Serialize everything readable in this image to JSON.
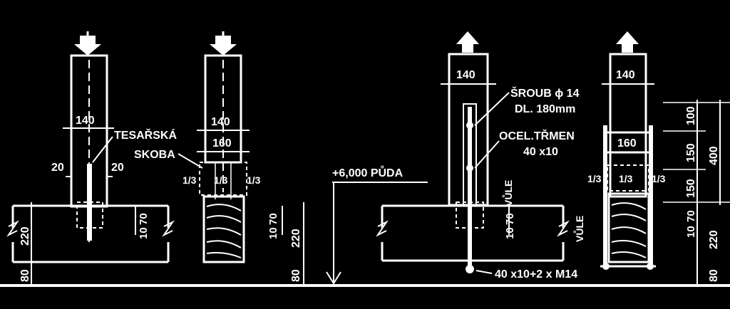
{
  "labels": {
    "dim_140": "140",
    "dim_160": "160",
    "dim_20": "20",
    "dim_220": "220",
    "dim_80": "80",
    "dim_70": "70",
    "dim_10": "10",
    "dim_100": "100",
    "dim_150": "150",
    "dim_400": "400",
    "third": "1/3",
    "third_b": "1/3",
    "tesarska": "TESAŘSKÁ",
    "skoba": "SKOBA",
    "level": "+6,000 PŮDA",
    "sroub": "ŠROUB ϕ 14",
    "dl": "DL. 180mm",
    "trmen": "OCEL.TŘMEN",
    "trmen_size": "40 x10",
    "vule": "VŮLE",
    "bottom_note": "40 x10+2 x M14"
  },
  "colors": {
    "background": "#000000",
    "ink": "#ffffff"
  },
  "icons": {
    "down": "arrow-down-icon",
    "up": "arrow-up-icon"
  }
}
